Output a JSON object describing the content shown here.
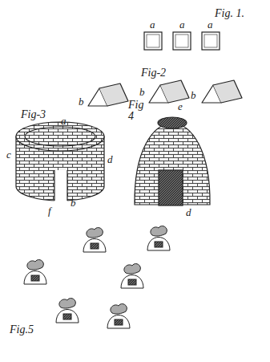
{
  "diagram": {
    "labels": [
      "Fig. 1.",
      "a",
      "a",
      "a",
      "Fig-2",
      "b",
      "b",
      "b",
      "Fig-3",
      "a",
      "c",
      "d",
      "f",
      "b",
      "Fig 4",
      "e",
      "d",
      "Fig.5"
    ]
  }
}
